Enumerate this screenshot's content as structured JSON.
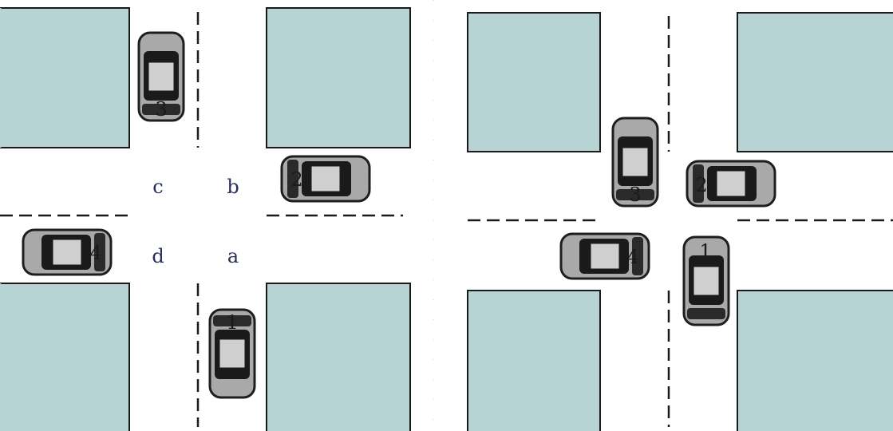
{
  "colors": {
    "block": "#b7d3d3",
    "block_border": "#1a1a1a",
    "road": "#ffffff",
    "car_body": "#a8a8a8",
    "car_outline": "#222222",
    "car_dark": "#1a1a1a",
    "car_roof": "#c8c8c8"
  },
  "left_panel": {
    "zone_labels": {
      "a": "a",
      "b": "b",
      "c": "c",
      "d": "d"
    },
    "cars": {
      "car1": "1",
      "car2": "2",
      "car3": "3",
      "car4": "4"
    }
  },
  "right_panel": {
    "cars": {
      "car1": "1",
      "car2": "2",
      "car3": "3",
      "car4": "4"
    }
  }
}
